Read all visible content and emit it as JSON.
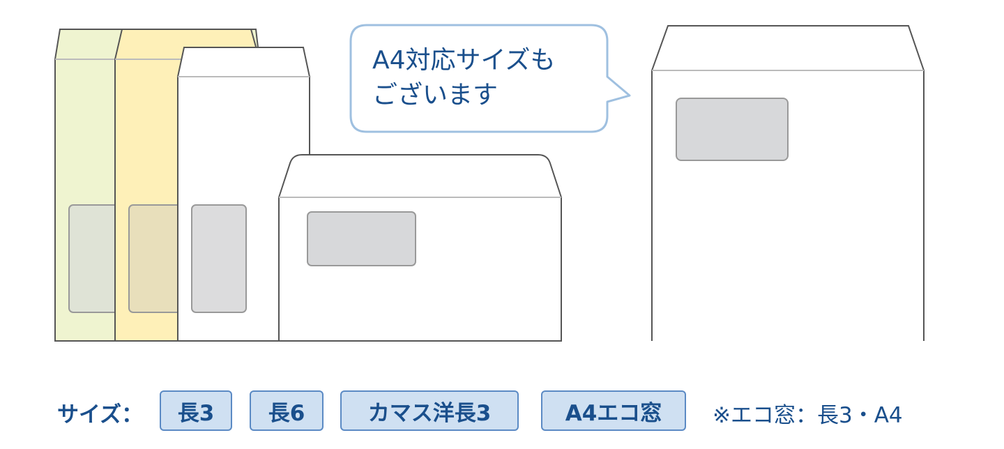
{
  "speech_bubble": {
    "line1": "A4対応サイズも",
    "line2": "ございます"
  },
  "size_row": {
    "label": "サイズ：",
    "sizes": [
      "長3",
      "長6",
      "カマス洋長3",
      "A4エコ窓"
    ],
    "note": "※エコ窓：長3・A4"
  },
  "colors": {
    "text_blue": "#1a4f8c",
    "badge_fill": "#cfe0f2",
    "badge_border": "#5b8ac4",
    "envelope_green": "#eff4d0",
    "envelope_yellow": "#fef0b8",
    "window_gray": "#d7d8da",
    "bubble_border": "#9fc0e0"
  }
}
